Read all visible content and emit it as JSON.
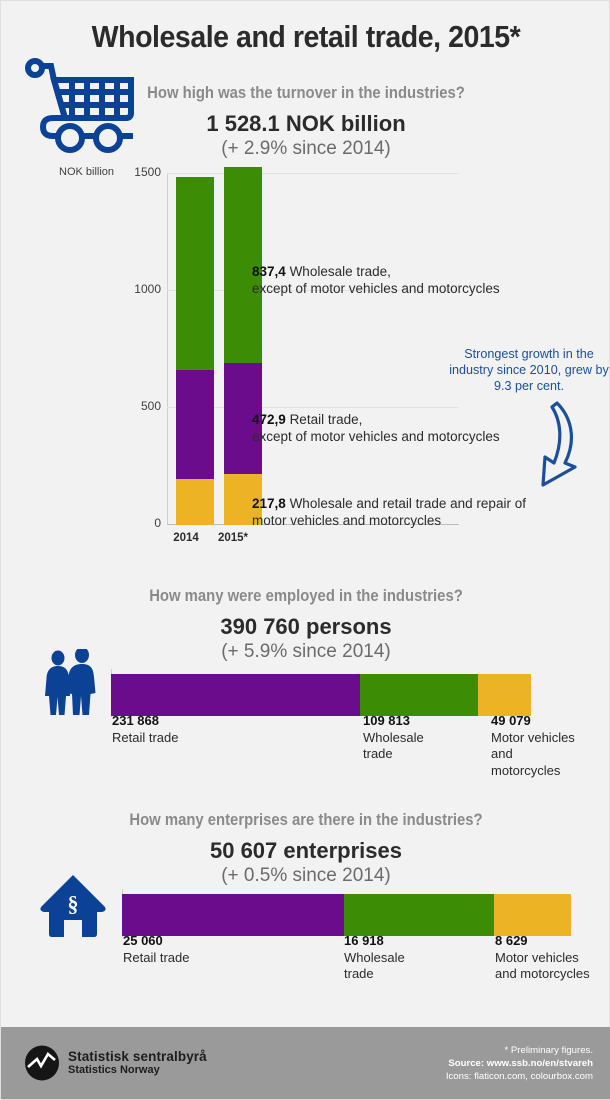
{
  "title": "Wholesale and retail trade, 2015*",
  "colors": {
    "green": "#3d8c06",
    "purple": "#6b0c8c",
    "yellow": "#ecb425",
    "blue": "#0b4296",
    "background": "#f2f2f2",
    "footer": "#9a9a9a",
    "note_blue": "#1a4f9c"
  },
  "icons": {
    "cart": "shopping-cart-icon",
    "people": "two-people-icon",
    "house": "house-paragraph-icon",
    "logo": "ssb-logo-icon",
    "arrow": "curved-arrow-icon"
  },
  "turnover": {
    "question": "How high was the turnover in the industries?",
    "headline": "1 528.1 NOK billion",
    "change": "(+ 2.9% since 2014)",
    "axis_unit": "NOK billion",
    "yticks": [
      "1500",
      "1000",
      "500",
      "0"
    ],
    "xticks": [
      "2014",
      "2015*"
    ],
    "callouts": [
      {
        "value": "837,4",
        "line1": "Wholesale trade,",
        "line2": "except of motor vehicles and motorcycles"
      },
      {
        "value": "472,9",
        "line1": "Retail trade,",
        "line2": "except of motor vehicles and motorcycles"
      },
      {
        "value": "217,8",
        "line1": "Wholesale and retail trade and repair of",
        "line2": "motor vehicles and motorcycles"
      }
    ],
    "note": "Strongest growth in the industry since 2010, grew by 9.3 per cent."
  },
  "employment": {
    "question": "How many were employed in the industries?",
    "headline": "390 760 persons",
    "change": "(+ 5.9% since 2014)",
    "segments": [
      {
        "value": "231 868",
        "label": "Retail trade"
      },
      {
        "value": "109 813",
        "label": "Wholesale trade"
      },
      {
        "value": "49 079",
        "label": "Motor vehicles and motorcycles"
      }
    ]
  },
  "enterprises": {
    "question": "How many enterprises are there in the industries?",
    "headline": "50 607 enterprises",
    "change": "(+ 0.5% since 2014)",
    "segments": [
      {
        "value": "25 060",
        "label": "Retail trade"
      },
      {
        "value": "16 918",
        "label": "Wholesale trade"
      },
      {
        "value": "8 629",
        "label": "Motor vehicles and motorcycles"
      }
    ]
  },
  "footer": {
    "logo_line1": "Statistisk sentralbyrå",
    "logo_line2": "Statistics Norway",
    "note_preliminary": "* Preliminary figures.",
    "note_source": "Source: www.ssb.no/en/stvareh",
    "note_icons": "Icons: flaticon.com, colourbox.com"
  },
  "chart_data": [
    {
      "type": "bar",
      "title": "Turnover in wholesale and retail trade, NOK billion",
      "stacked": true,
      "categories": [
        "2014",
        "2015*"
      ],
      "series": [
        {
          "name": "Wholesale and retail trade and repair of motor vehicles and motorcycles",
          "color": "#ecb425",
          "values": [
            199.2,
            217.8
          ]
        },
        {
          "name": "Retail trade, except of motor vehicles and motorcycles",
          "color": "#6b0c8c",
          "values": [
            462.5,
            472.9
          ]
        },
        {
          "name": "Wholesale trade, except of motor vehicles and motorcycles",
          "color": "#3d8c06",
          "values": [
            823.3,
            837.4
          ]
        }
      ],
      "totals": [
        1485.0,
        1528.1
      ],
      "ylabel": "NOK billion",
      "ylim": [
        0,
        1500
      ],
      "yticks": [
        0,
        500,
        1000,
        1500
      ],
      "grid": true,
      "legend": "none"
    },
    {
      "type": "bar",
      "orientation": "horizontal",
      "stacked": true,
      "title": "Persons employed, 2015*",
      "categories": [
        "Employment"
      ],
      "series": [
        {
          "name": "Retail trade",
          "color": "#6b0c8c",
          "values": [
            231868
          ]
        },
        {
          "name": "Wholesale trade",
          "color": "#3d8c06",
          "values": [
            109813
          ]
        },
        {
          "name": "Motor vehicles and motorcycles",
          "color": "#ecb425",
          "values": [
            49079
          ]
        }
      ],
      "total": 390760
    },
    {
      "type": "bar",
      "orientation": "horizontal",
      "stacked": true,
      "title": "Enterprises, 2015*",
      "categories": [
        "Enterprises"
      ],
      "series": [
        {
          "name": "Retail trade",
          "color": "#6b0c8c",
          "values": [
            25060
          ]
        },
        {
          "name": "Wholesale trade",
          "color": "#3d8c06",
          "values": [
            16918
          ]
        },
        {
          "name": "Motor vehicles and motorcycles",
          "color": "#ecb425",
          "values": [
            8629
          ]
        }
      ],
      "total": 50607
    }
  ]
}
